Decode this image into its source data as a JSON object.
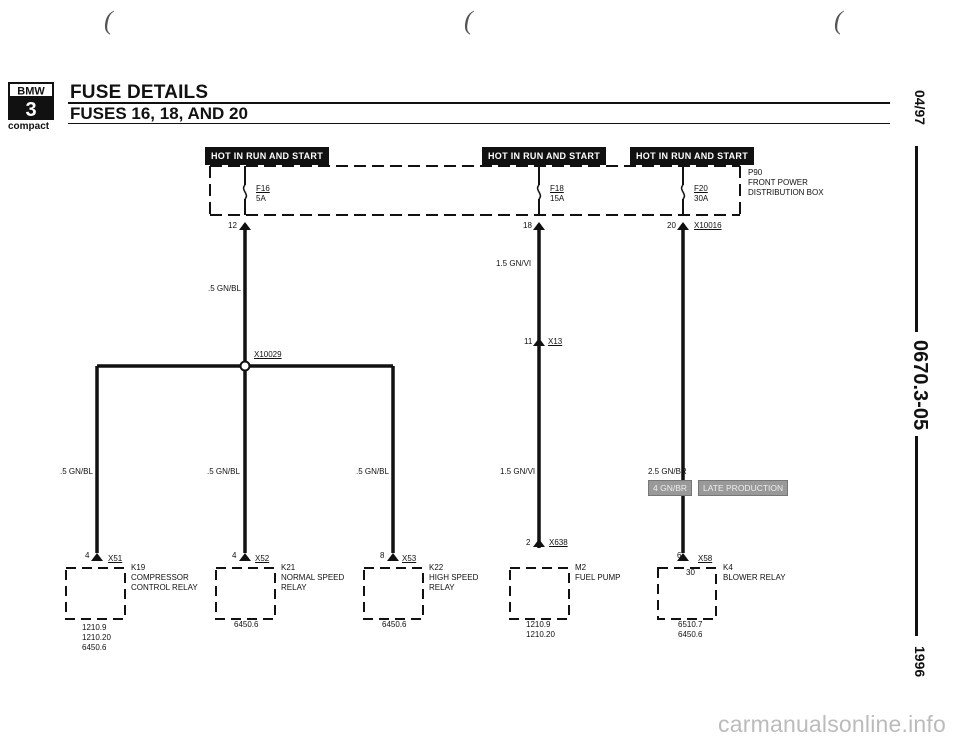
{
  "header": {
    "logo_brand": "BMW",
    "logo_series": "3",
    "title": "FUSE DETAILS",
    "subtitle": "FUSES 16, 18, AND 20",
    "model": "compact"
  },
  "side": {
    "date": "04/97",
    "doc_number": "0670.3-05",
    "year": "1996"
  },
  "power_labels": [
    "HOT IN RUN AND START",
    "HOT IN RUN AND START",
    "HOT IN RUN AND START"
  ],
  "distribution_box": {
    "id": "P90",
    "name_line1": "FRONT POWER",
    "name_line2": "DISTRIBUTION BOX"
  },
  "fuses": [
    {
      "id": "F16",
      "rating": "5A",
      "pin": "12"
    },
    {
      "id": "F18",
      "rating": "15A",
      "pin": "18"
    },
    {
      "id": "F20",
      "rating": "30A",
      "pin": "20"
    }
  ],
  "connector_x10016": "X10016",
  "splice": "X10029",
  "wires": {
    "f16_trunk": ".5 GN/BL",
    "f18_upper": "1.5 GN/VI",
    "f18_lower": "1.5 GN/VI",
    "branch_left": ".5 GN/BL",
    "branch_mid": ".5 GN/BL",
    "branch_right": ".5 GN/BL",
    "f20": "2.5 GN/BR"
  },
  "inline_connector": {
    "pin": "11",
    "id": "X13"
  },
  "late_production": {
    "wire": "4 GN/BR",
    "note": "LATE PRODUCTION"
  },
  "components": [
    {
      "pin": "4",
      "connector": "X51",
      "id": "K19",
      "line1": "COMPRESSOR",
      "line2": "CONTROL RELAY",
      "refs": [
        "1210.9",
        "1210.20",
        "6450.6"
      ]
    },
    {
      "pin": "4",
      "connector": "X52",
      "id": "K21",
      "line1": "NORMAL SPEED",
      "line2": "RELAY",
      "refs": [
        "6450.6"
      ]
    },
    {
      "pin": "8",
      "connector": "X53",
      "id": "K22",
      "line1": "HIGH SPEED",
      "line2": "RELAY",
      "refs": [
        "6450.6"
      ]
    },
    {
      "pin": "2",
      "connector": "X638",
      "id": "M2",
      "line1": "FUEL PUMP",
      "line2": "",
      "refs": [
        "1210.9",
        "1210.20"
      ]
    },
    {
      "pin": "6",
      "connector": "X58",
      "id": "K4",
      "line1": "BLOWER RELAY",
      "line2": "",
      "pin_inner": "30",
      "refs": [
        "6510.7",
        "6450.6"
      ]
    }
  ],
  "watermark": "carmanualsonline.info"
}
